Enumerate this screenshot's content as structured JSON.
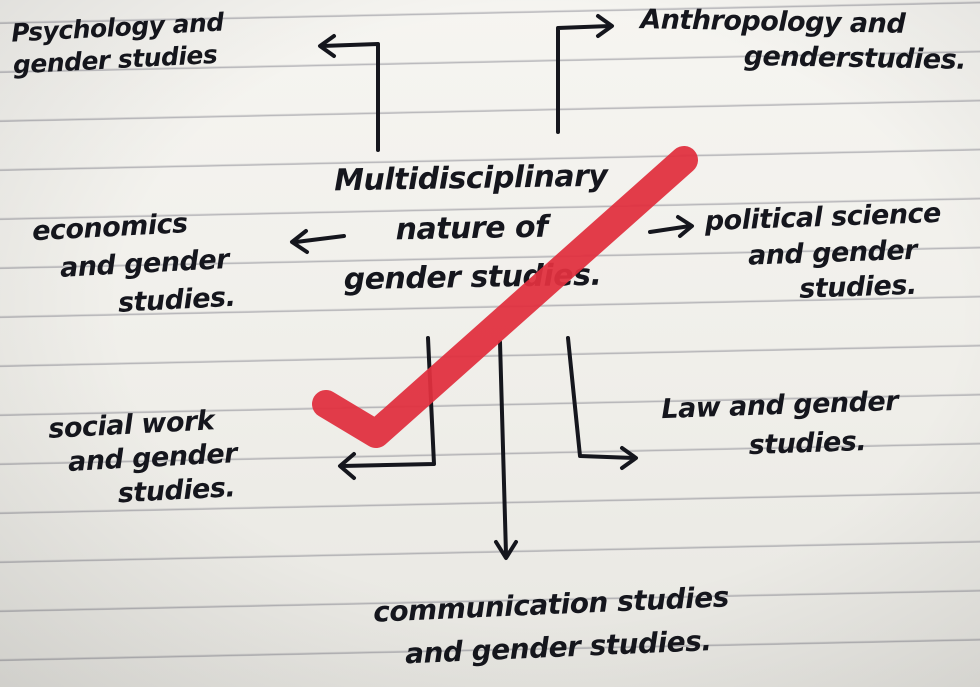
{
  "center": {
    "line1": "Multidisciplinary",
    "line2": "nature of",
    "line3": "gender studies."
  },
  "branches": {
    "psychology": {
      "line1": "Psychology and",
      "line2": "gender studies"
    },
    "anthropology": {
      "line1": "Anthropology and",
      "line2": "genderstudies."
    },
    "economics": {
      "line1": "economics",
      "line2": "and gender",
      "line3": "studies."
    },
    "political_science": {
      "line1": "political science",
      "line2": "and gender",
      "line3": "studies."
    },
    "social_work": {
      "line1": "social work",
      "line2": "and gender",
      "line3": "studies."
    },
    "law": {
      "line1": "Law and gender",
      "line2": "studies."
    },
    "communication": {
      "line1": "communication studies",
      "line2": "and gender studies."
    }
  },
  "colors": {
    "ink": "#15161d",
    "check_mark": "#e0303f",
    "paper": "#f1f0ec",
    "rule_lines": "#5f5f6e"
  },
  "icons": {
    "check_mark": "check-mark-icon"
  }
}
